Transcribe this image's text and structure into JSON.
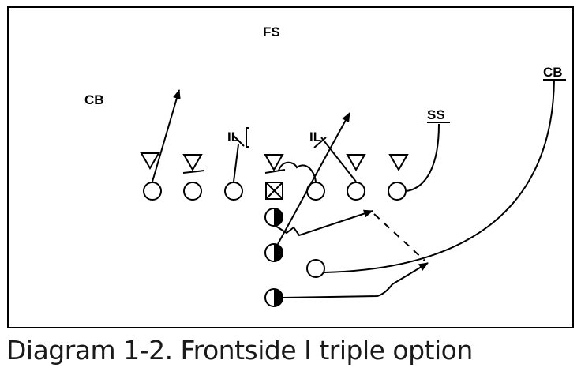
{
  "caption": "Diagram 1-2. Frontside I triple option",
  "defense": {
    "fs": "FS",
    "cb_left": "CB",
    "cb_right": "CB",
    "ss": "SS",
    "il_left": "IL",
    "il_right": "IL"
  }
}
